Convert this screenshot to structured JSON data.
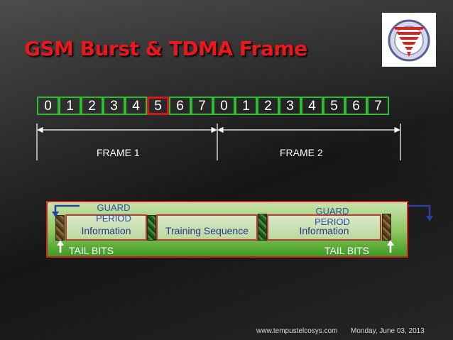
{
  "title": "GSM Burst & TDMA Frame",
  "slots": [
    "0",
    "1",
    "2",
    "3",
    "4",
    "5",
    "6",
    "7",
    "0",
    "1",
    "2",
    "3",
    "4",
    "5",
    "6",
    "7"
  ],
  "highlighted_slot_index": 5,
  "frames": {
    "frame1_label": "FRAME 1",
    "frame2_label": "FRAME 2"
  },
  "burst": {
    "guard_left": "GUARD\nPERIOD",
    "guard_right": "GUARD\nPERIOD",
    "info_left": "Information",
    "training": "Training Sequence",
    "info_right": "Information",
    "tail_left": "TAIL BITS",
    "tail_right": "TAIL BITS"
  },
  "footer": {
    "website": "www.tempustelcosys.com",
    "date": "Monday, June 03, 2013"
  },
  "colors": {
    "title": "#e8181d",
    "slot_border": "#2fbe2f",
    "slot_highlight": "#d31a1a",
    "burst_border": "#d32020",
    "guard_text": "#2a4fa8"
  }
}
